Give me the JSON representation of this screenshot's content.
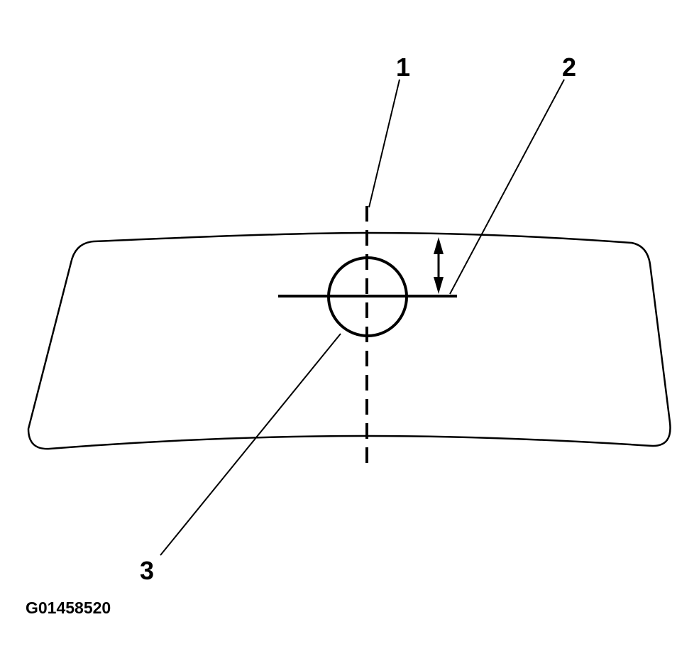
{
  "diagram": {
    "type": "technical-illustration",
    "subject": "windshield with center reference line and circular target",
    "callouts": [
      {
        "id": "1",
        "label": "1",
        "points_to": "vertical dashed centerline"
      },
      {
        "id": "2",
        "label": "2",
        "points_to": "vertical dimension from top edge of windshield to horizontal reference line"
      },
      {
        "id": "3",
        "label": "3",
        "points_to": "circle on centerline"
      }
    ],
    "figure_id": "G01458520",
    "colors": {
      "line": "#000000",
      "background": "#ffffff"
    }
  }
}
